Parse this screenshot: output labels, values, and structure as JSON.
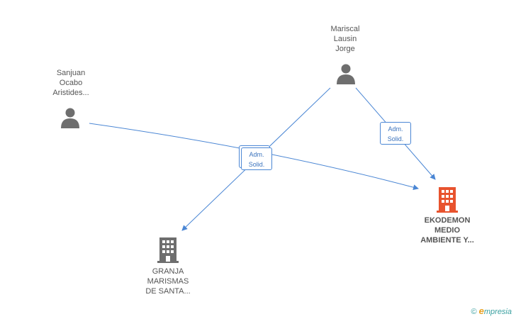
{
  "nodes": {
    "sanjuan": {
      "lines": [
        "Sanjuan",
        "Ocabo",
        "Aristides..."
      ],
      "icon": "person-icon"
    },
    "mariscal": {
      "lines": [
        "Mariscal",
        "Lausin",
        "Jorge"
      ],
      "icon": "person-icon"
    },
    "ekodemon": {
      "lines": [
        "EKODEMON",
        "MEDIO",
        "AMBIENTE Y..."
      ],
      "icon": "building-icon",
      "color": "#e8532e"
    },
    "granja": {
      "lines": [
        "GRANJA",
        "MARISMAS",
        "DE SANTA..."
      ],
      "icon": "building-icon",
      "color": "#6e6e6e"
    }
  },
  "badges": {
    "center": {
      "line1": "Adm.",
      "line2": "Solid."
    },
    "right": {
      "line1": "Adm.",
      "line2": "Solid."
    }
  },
  "footer": {
    "copyright": "©",
    "brand_e": "e",
    "brand_rest": "mpresia"
  },
  "colors": {
    "edge": "#4a86d4",
    "person": "#6e6e6e"
  }
}
